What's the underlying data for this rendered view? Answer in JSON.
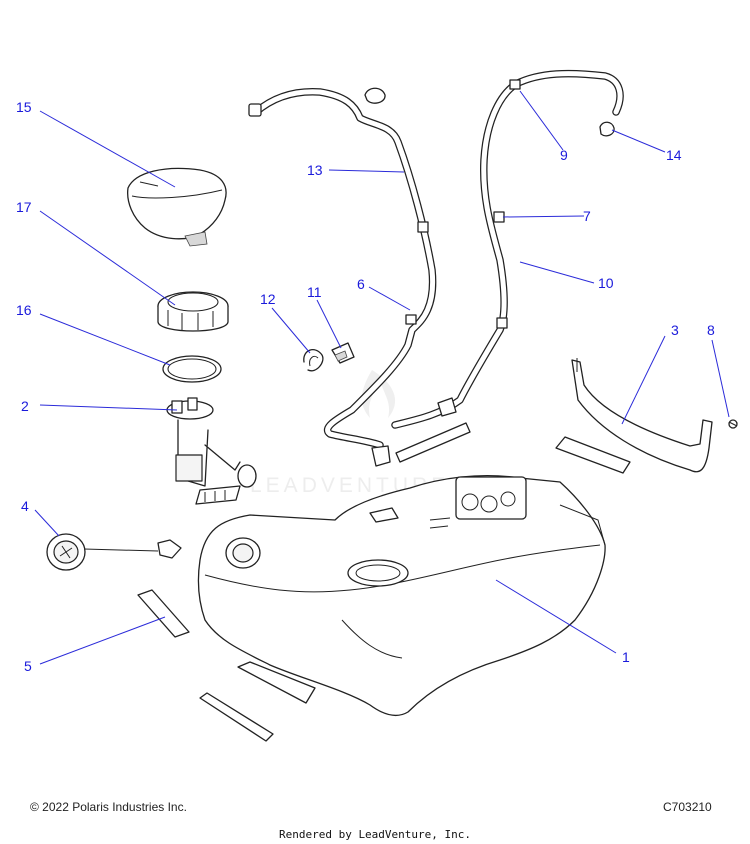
{
  "callouts": {
    "c1": "1",
    "c2": "2",
    "c3": "3",
    "c4": "4",
    "c5": "5",
    "c6": "6",
    "c7": "7",
    "c8": "8",
    "c9": "9",
    "c10": "10",
    "c11": "11",
    "c12": "12",
    "c13": "13",
    "c14": "14",
    "c15": "15",
    "c16": "16",
    "c17": "17"
  },
  "watermark": "LEADVENTURE",
  "copyright": "© 2022 Polaris Industries Inc.",
  "diagram_code": "C703210",
  "rendered_by": "Rendered by LeadVenture, Inc.",
  "colors": {
    "callout": "#1a1adb",
    "line_art": "#222222",
    "watermark": "#e2e2e2"
  }
}
